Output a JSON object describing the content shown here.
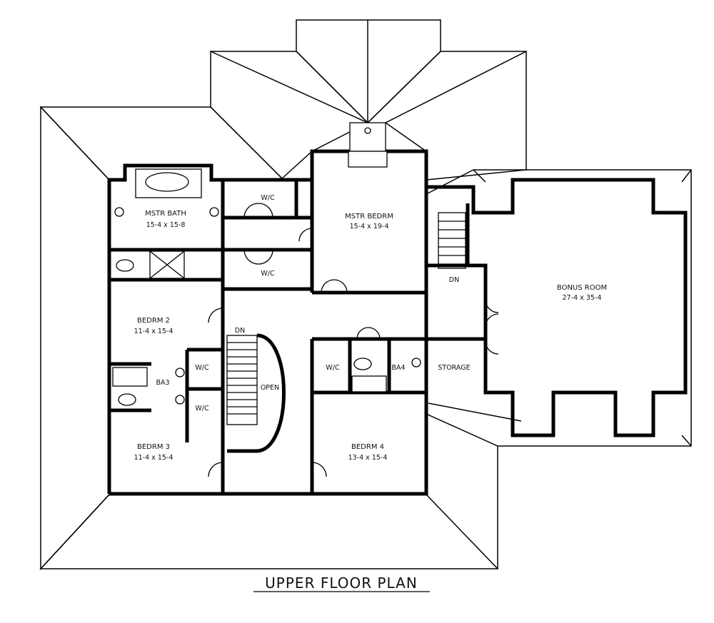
{
  "title": "UPPER FLOOR PLAN",
  "rooms": {
    "mstr_bath": {
      "name": "MSTR BATH",
      "dims": "15-4 x 15-8"
    },
    "mstr_bedrm": {
      "name": "MSTR BEDRM",
      "dims": "15-4 x 19-4"
    },
    "bonus_room": {
      "name": "BONUS ROOM",
      "dims": "27-4 x 35-4"
    },
    "bedrm_2": {
      "name": "BEDRM 2",
      "dims": "11-4 x 15-4"
    },
    "bedrm_3": {
      "name": "BEDRM 3",
      "dims": "11-4 x 15-4"
    },
    "bedrm_4": {
      "name": "BEDRM 4",
      "dims": "13-4 x 15-4"
    }
  },
  "labels": {
    "wic": "W/C",
    "ba3": "BA3",
    "ba4": "BA4",
    "storage": "STORAGE",
    "open": "OPEN",
    "dn": "DN"
  }
}
